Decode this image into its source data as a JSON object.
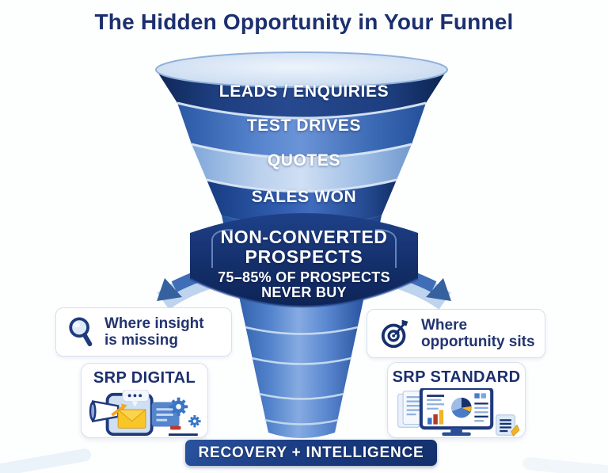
{
  "title": "The Hidden Opportunity in Your Funnel",
  "funnel": {
    "stages": [
      {
        "label": "LEADS / ENQUIRIES",
        "color": "#1d3e7f"
      },
      {
        "label": "TEST DRIVES",
        "color": "#4f7fca"
      },
      {
        "label": "QUOTES",
        "color": "#c0d5f0"
      },
      {
        "label": "SALES WON",
        "color": "#2d5aab"
      }
    ]
  },
  "banner": {
    "line1": "NON-CONVERTED",
    "line2": "PROSPECTS",
    "line3": "75–85% OF PROSPECTS",
    "line4": "NEVER BUY",
    "color": "#13306c"
  },
  "callouts": {
    "left": {
      "icon": "magnifier-icon",
      "line1": "Where insight",
      "line2": "is missing"
    },
    "right": {
      "icon": "target-icon",
      "line1": "Where",
      "line2": "opportunity sits"
    }
  },
  "products": {
    "left": {
      "name": "SRP DIGITAL"
    },
    "right": {
      "name": "SRP STANDARD"
    }
  },
  "footer": {
    "label": "RECOVERY + INTELLIGENCE"
  },
  "colors": {
    "title_navy": "#1c2f6e",
    "accent_orange": "#f0b429",
    "light_blue": "#bed3ee",
    "mid_blue": "#3f6db6"
  }
}
